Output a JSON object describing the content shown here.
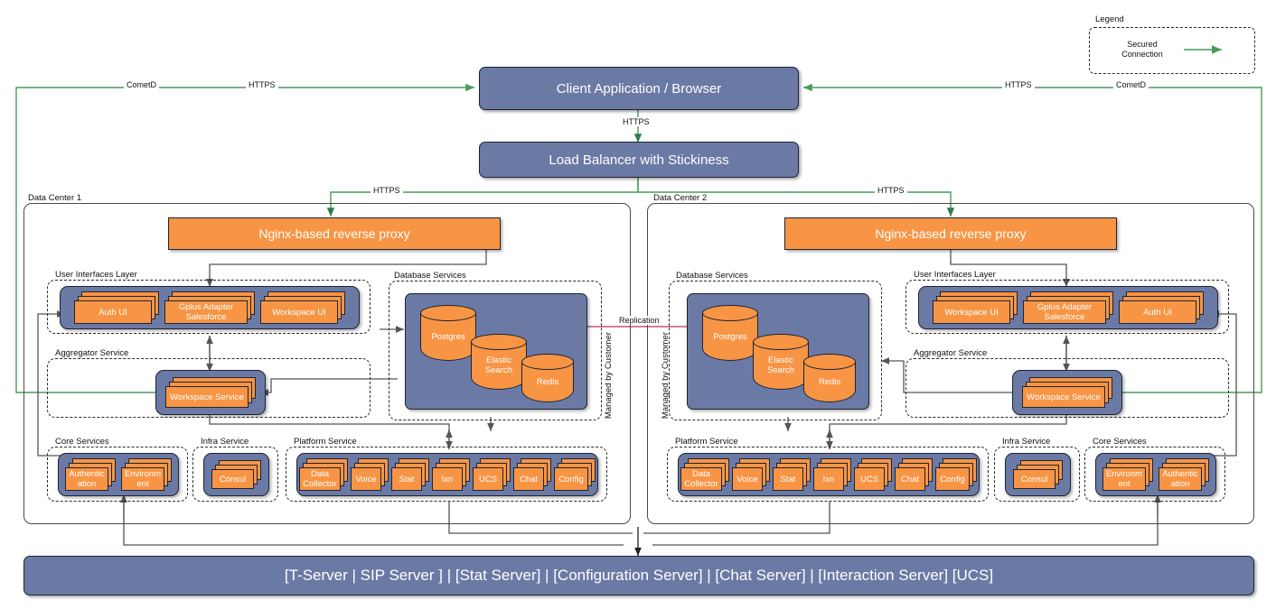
{
  "legend": {
    "title": "Legend",
    "items": [
      {
        "label": "Secured\nConnection",
        "line1": "Secured",
        "line2": "Connection",
        "color": "#4a9a5e",
        "icon": "arrow-right-icon"
      }
    ]
  },
  "top": {
    "client": "Client Application / Browser",
    "load_balancer": "Load Balancer with Stickiness",
    "client_to_lb_label": "HTTPS"
  },
  "wire_labels": {
    "left_cometd": "CometD",
    "left_https": "HTTPS",
    "right_https": "HTTPS",
    "right_cometd": "CometD",
    "dc1_https": "HTTPS",
    "dc2_https": "HTTPS",
    "replication": "Replication",
    "managed_by_customer": "Managed by Customer"
  },
  "datacenters": [
    {
      "name": "Data Center 1",
      "proxy": "Nginx-based reverse proxy",
      "groups": {
        "ui_layer": {
          "title": "User Interfaces Layer",
          "tiles": [
            "Auth UI",
            "Gplus Adapter Salesforce",
            "Workspace UI"
          ]
        },
        "aggregator": {
          "title": "Aggregator Service",
          "tiles": [
            "Workspace Service"
          ]
        },
        "core": {
          "title": "Core Services",
          "tiles": [
            "Authentic ation",
            "Environm ent"
          ]
        },
        "infra": {
          "title": "Infra Service",
          "tiles": [
            "Consul"
          ]
        },
        "platform": {
          "title": "Platform Service",
          "tiles": [
            "Data Collector",
            "Voice",
            "Stat",
            "Ixn",
            "UCS",
            "Chat",
            "Config"
          ]
        },
        "database": {
          "title": "Database Services",
          "tiles": [
            "Postgres",
            "Elastic Search",
            "Redis"
          ]
        }
      }
    },
    {
      "name": "Data Center 2",
      "proxy": "Nginx-based reverse proxy",
      "groups": {
        "ui_layer": {
          "title": "User Interfaces Layer",
          "tiles": [
            "Workspace UI",
            "Gplus Adapter Salesforce",
            "Auth UI"
          ]
        },
        "aggregator": {
          "title": "Aggregator Service",
          "tiles": [
            "Workspace Service"
          ]
        },
        "core": {
          "title": "Core Services",
          "tiles": [
            "Environm ent",
            "Authentic ation"
          ]
        },
        "infra": {
          "title": "Infra Service",
          "tiles": [
            "Consul"
          ]
        },
        "platform": {
          "title": "Platform Service",
          "tiles": [
            "Data Collector",
            "Voice",
            "Stat",
            "Ixn",
            "UCS",
            "Chat",
            "Config"
          ]
        },
        "database": {
          "title": "Database Services",
          "tiles": [
            "Postgres",
            "Elastic Search",
            "Redis"
          ]
        }
      }
    }
  ],
  "bottom": {
    "servers": "[T-Server | SIP Server ] | [Stat Server] | [Configuration Server] | [Chat Server] | [Interaction Server] [UCS]"
  },
  "colors": {
    "slate": "#6b7aa5",
    "orange": "#f79545",
    "secure_green": "#4a9a5e",
    "replication": "#c0566e",
    "outline": "#1d2433",
    "wire_gray": "#555555"
  }
}
